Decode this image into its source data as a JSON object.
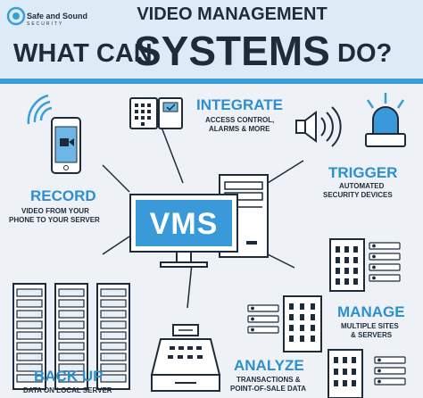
{
  "brand": {
    "name": "Safe and Sound",
    "sub": "SECURITY"
  },
  "header": {
    "line1": "VIDEO MANAGEMENT",
    "line2_left": "WHAT CAN",
    "line2_big": "SYSTEMS",
    "line2_right": "DO?"
  },
  "center": {
    "label": "VMS"
  },
  "features": {
    "integrate": {
      "title": "INTEGRATE",
      "d1": "ACCESS CONTROL,",
      "d2": "ALARMS & MORE"
    },
    "record": {
      "title": "RECORD",
      "d1": "VIDEO FROM YOUR",
      "d2": "PHONE TO YOUR SERVER"
    },
    "trigger": {
      "title": "TRIGGER",
      "d1": "AUTOMATED",
      "d2": "SECURITY DEVICES"
    },
    "manage": {
      "title": "MANAGE",
      "d1": "MULTIPLE SITES",
      "d2": "& SERVERS"
    },
    "backup": {
      "title": "BACK UP",
      "d1": "DATA ON LOCAL SERVER"
    },
    "analyze": {
      "title": "ANALYZE",
      "d1": "TRANSACTIONS &",
      "d2": "POINT-OF-SALE DATA"
    }
  },
  "colors": {
    "accent": "#2d8fd0",
    "dark": "#1d2b3a",
    "header_bg": "#dcebf6",
    "screen_blue": "#3a9ad9"
  },
  "icons": [
    "logo-icon",
    "smartphone-icon",
    "wifi-icon",
    "keypad-icon",
    "speaker-icon",
    "siren-icon",
    "monitor-icon",
    "computer-tower-icon",
    "server-rack-icon",
    "building-icon",
    "cash-register-icon"
  ]
}
